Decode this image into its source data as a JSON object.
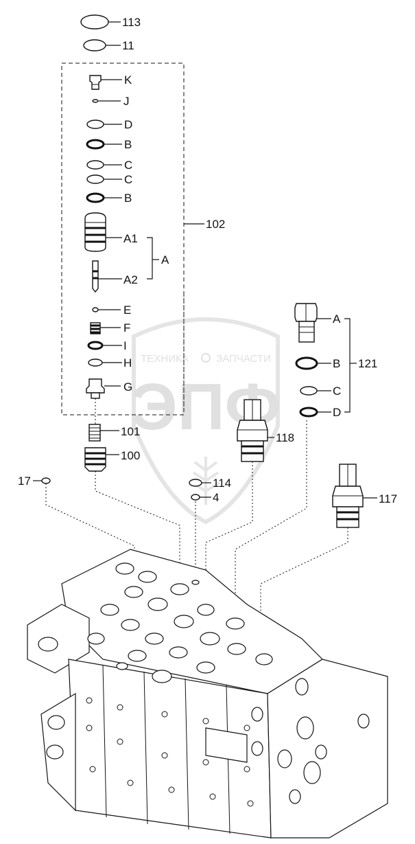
{
  "watermark": {
    "top_text_left": "ТЕХНИКА",
    "top_text_right": "ЗАПЧАСТИ",
    "main_text": "ЭПФ"
  },
  "labels": {
    "l113": "113",
    "l11": "11",
    "lK": "K",
    "lJ": "J",
    "lD": "D",
    "lB1": "B",
    "lC1": "C",
    "lC2": "C",
    "lB2": "B",
    "l102": "102",
    "lA1": "A1",
    "lA": "A",
    "lA2": "A2",
    "lE": "E",
    "lF": "F",
    "lI": "I",
    "lH": "H",
    "lG": "G",
    "l101": "101",
    "l100": "100",
    "l17": "17",
    "l114": "114",
    "l4": "4",
    "l118": "118",
    "l117": "117",
    "rA": "A",
    "rB": "B",
    "l121": "121",
    "rC": "C",
    "rD": "D"
  }
}
